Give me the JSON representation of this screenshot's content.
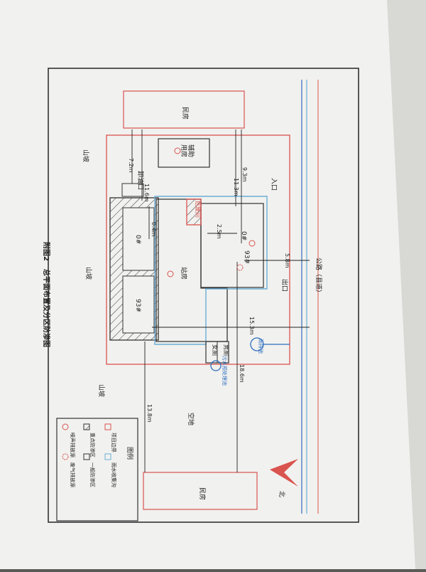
{
  "caption": {
    "fig_no": "附图2",
    "title": "总平面布置及分区防渗图"
  },
  "labels": {
    "residence_top": "民房",
    "residence_bottom": "民房",
    "aux_room_1": "辅助",
    "aux_room_2": "用房",
    "hill_a": "山坡",
    "hill_b": "山坡",
    "hill_c": "山坡",
    "entrance": "入口",
    "exit": "出口",
    "road": "公路（县道）",
    "station": "站房",
    "unload": "卸油口",
    "tank_area": "0#",
    "tank_area_2": "93#",
    "pump_0": "0#",
    "pump_93": "93#",
    "hazwaste": "危废间",
    "toilet_m": "男厕",
    "toilet_f": "女厕",
    "septic": "污水预处理池",
    "rain_well": "雨排池",
    "open_land": "空地",
    "north": "北",
    "legend_title": "图例",
    "legend_boundary": "项目边界",
    "legend_key": "重点防渗区",
    "legend_noise": "噪声排放源",
    "legend_rain": "雨水收集沟",
    "legend_general": "一般防渗区",
    "legend_gas": "废气排放源"
  },
  "dimensions": {
    "d1": "9.3m",
    "d2": "11.3m",
    "d3": "7.2m",
    "d4": "11.6m",
    "d5": "0.4m",
    "d6": "2.5m",
    "d7": "5.8m",
    "d8": "15.3m",
    "d9": "18.6m",
    "d10": "13.8m"
  },
  "colors": {
    "boundary": "#d9534f",
    "rain_ditch": "#6aaed6",
    "road_blue": "#2f6fbf",
    "road_red": "#e07060",
    "ink": "#222222"
  }
}
